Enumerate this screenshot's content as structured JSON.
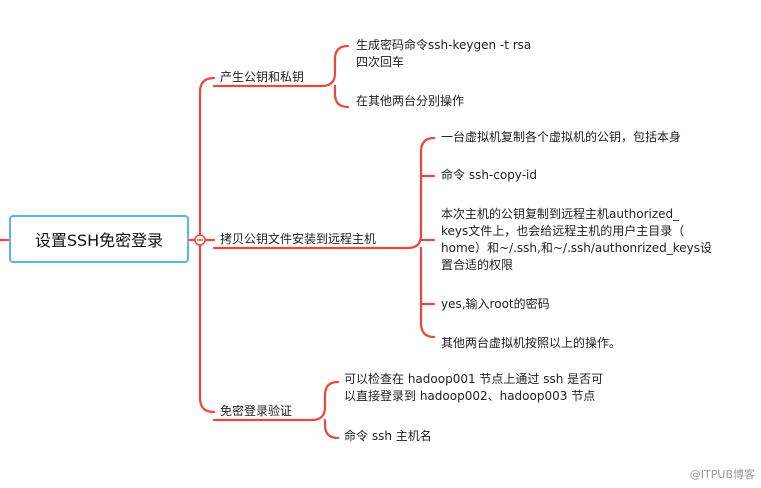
{
  "root": {
    "title": "设置SSH免密登录"
  },
  "branches": [
    {
      "label": "产生公钥和私钥",
      "children": [
        [
          "生成密码命令ssh-keygen -t rsa",
          "四次回车"
        ],
        [
          "在其他两台分别操作"
        ]
      ]
    },
    {
      "label": "拷贝公钥文件安装到远程主机",
      "children": [
        [
          "一台虚拟机复制各个虚拟机的公钥，包括本身"
        ],
        [
          "命令 ssh-copy-id"
        ],
        [
          "本次主机的公钥复制到远程主机authorized_",
          "keys文件上，也会给远程主机的用户主目录（",
          "home）和~/.ssh,和~/.ssh/authonrized_keys设",
          "置合适的权限"
        ],
        [
          "yes,输入root的密码"
        ],
        [
          "其他两台虚拟机按照以上的操作。"
        ]
      ]
    },
    {
      "label": "免密登录验证",
      "children": [
        [
          "可以检查在 hadoop001 节点上通过 ssh 是否可",
          "以直接登录到 hadoop002、hadoop003 节点"
        ],
        [
          "命令 ssh 主机名"
        ]
      ]
    }
  ],
  "watermark": "@ITPUB博客",
  "colors": {
    "line": "#e8483d",
    "root_border": "#5fb4e6"
  }
}
